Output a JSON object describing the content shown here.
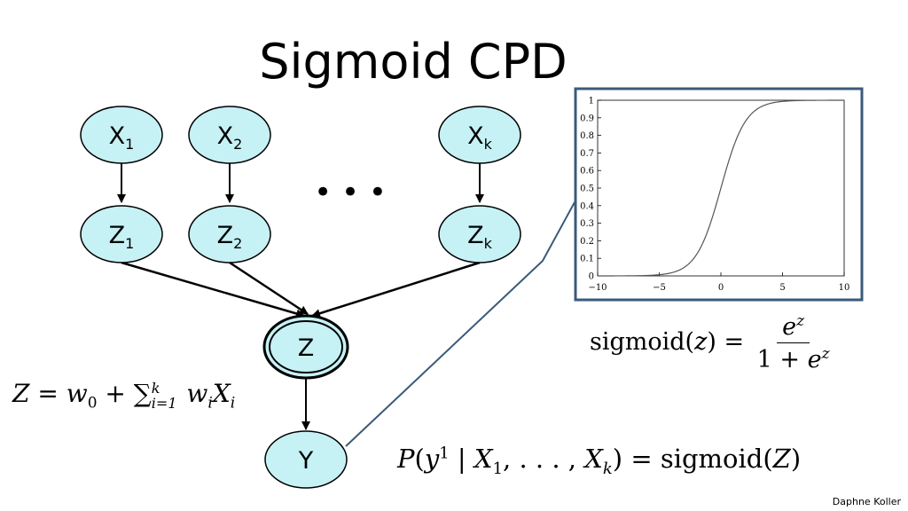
{
  "title": "Sigmoid CPD",
  "credit": "Daphne Koller",
  "ellipsis": "• • •",
  "nodes": {
    "x1": {
      "letter": "X",
      "sub": "1"
    },
    "x2": {
      "letter": "X",
      "sub": "2"
    },
    "xk": {
      "letter": "X",
      "sub": "k"
    },
    "z1": {
      "letter": "Z",
      "sub": "1"
    },
    "z2": {
      "letter": "Z",
      "sub": "2"
    },
    "zk": {
      "letter": "Z",
      "sub": "k"
    },
    "z": {
      "letter": "Z"
    },
    "y": {
      "letter": "Y"
    }
  },
  "formulas": {
    "sigmoid_lhs": "sigmoid(",
    "sigmoid_var": "z",
    "sigmoid_rhs_close": ") =",
    "sigmoid_num_base": "e",
    "sigmoid_num_exp": "z",
    "sigmoid_den_prefix": "1 + ",
    "sigmoid_den_base": "e",
    "sigmoid_den_exp": "z",
    "prob_p": "P",
    "prob_open": "(",
    "prob_y": "y",
    "prob_y_sup": "1",
    "prob_bar": " | ",
    "prob_x1": "X",
    "prob_x1_sub": "1",
    "prob_mid": ", . . . , ",
    "prob_xk": "X",
    "prob_xk_sub": "k",
    "prob_rhs": ") = sigmoid(",
    "prob_z": "Z",
    "prob_close": ")",
    "z_lhs": "Z",
    "z_eq": " = ",
    "z_w0": "w",
    "z_w0_sub": "0",
    "z_plus": " + ",
    "z_sum": "∑",
    "z_sum_sub": "i=1",
    "z_sum_sup": "k",
    "z_wi": " w",
    "z_wi_sub": "i",
    "z_xi": "X",
    "z_xi_sub": "i"
  },
  "colors": {
    "node_fill": "#c6f1f5",
    "inset_border": "#3b5a7a",
    "connector": "#3b5a7a",
    "curve": "#555555"
  },
  "chart_data": {
    "type": "line",
    "function": "sigmoid",
    "x": [
      -10,
      -8,
      -6,
      -5,
      -4,
      -3,
      -2,
      -1,
      0,
      1,
      2,
      3,
      4,
      5,
      6,
      8,
      10
    ],
    "y": [
      4.54e-05,
      0.000335,
      0.00247,
      0.00669,
      0.018,
      0.0474,
      0.119,
      0.269,
      0.5,
      0.731,
      0.881,
      0.953,
      0.982,
      0.993,
      0.998,
      0.9997,
      0.99995
    ],
    "xlim": [
      -10,
      10
    ],
    "ylim": [
      0,
      1
    ],
    "xticks": [
      "−10",
      "−5",
      "0",
      "5",
      "10"
    ],
    "yticks": [
      "0",
      "0.1",
      "0.2",
      "0.3",
      "0.4",
      "0.5",
      "0.6",
      "0.7",
      "0.8",
      "0.9",
      "1"
    ],
    "grid": false
  }
}
